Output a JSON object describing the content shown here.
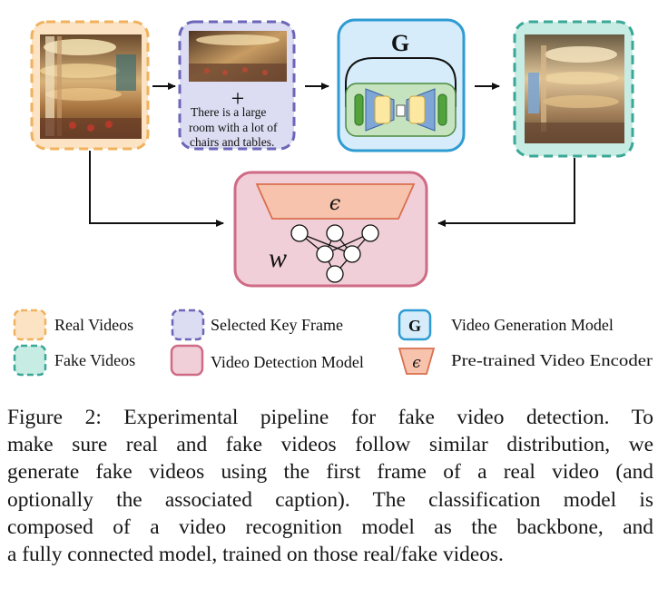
{
  "diagram": {
    "caption_box_text": [
      "There is a large",
      "room with a lot of",
      "chairs and tables."
    ],
    "plus_symbol": "+",
    "generator_symbol": "G",
    "encoder_symbol": "ϵ",
    "classifier_weight_symbol": "w",
    "colors": {
      "real_fill": "#fbe3c4",
      "real_stroke": "#f0b25d",
      "keyframe_fill": "#dcdcf2",
      "keyframe_stroke": "#6b66b8",
      "generator_fill": "#d6ecfa",
      "generator_stroke": "#2f9bd3",
      "fake_fill": "#c7ece4",
      "fake_stroke": "#3aa896",
      "detector_fill": "#f1cfd8",
      "detector_stroke": "#cf6b86",
      "encoder_fill": "#f7c3ad",
      "encoder_stroke": "#d9704f",
      "unet_block": "#fde8a2",
      "unet_block_stroke": "#c9a63a",
      "unet_wing": "#7ea7d8",
      "unet_bar": "#52a33c"
    }
  },
  "legend": {
    "real_videos": "Real Videos",
    "fake_videos": "Fake Videos",
    "selected_key_frame": "Selected Key Frame",
    "video_detection_model": "Video Detection Model",
    "generator_icon_symbol": "G",
    "video_generation_model": "Video Generation Model",
    "encoder_icon_symbol": "ϵ",
    "pretrained_video_encoder": "Pre-trained Video Encoder"
  },
  "caption": {
    "lines": [
      "Figure 2: Experimental pipeline for fake video detection. To",
      "make sure real and fake videos follow similar distribution, we",
      "generate fake videos using the first frame of a real video (and",
      "optionally the associated caption). The classification model is",
      "composed of a video recognition model as the backbone, and",
      "a fully connected model, trained on those real/fake videos."
    ]
  }
}
